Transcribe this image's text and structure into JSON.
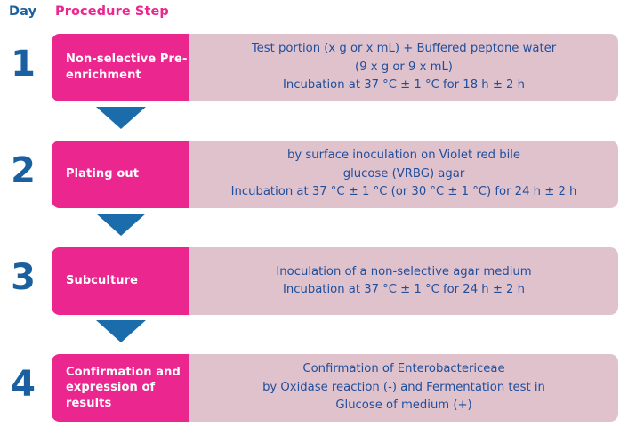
{
  "header": {
    "day_label": "Day",
    "procedure_label": "Procedure Step"
  },
  "colors": {
    "magenta": "#ec268f",
    "light_pink": "#e0c2cd",
    "blue_text": "#1f4e9c",
    "blue_number": "#1a5fa0",
    "arrow_blue": "#1a6cab",
    "white": "#ffffff"
  },
  "rows": [
    {
      "day": "1",
      "step": "Non-selective\nPre-enrichment",
      "step_lines": [
        "Non-selective",
        "Pre-enrichment"
      ],
      "desc_lines": [
        "Test portion (x g or x mL) + Buffered peptone water",
        "(9 x g or 9 x mL)",
        "Incubation at 37 °C ± 1 °C for 18 h ± 2 h"
      ],
      "arrow": "down-arrow"
    },
    {
      "day": "2",
      "step": "Plating out",
      "step_lines": [
        "Plating out"
      ],
      "desc_lines": [
        "by surface inoculation on Violet red bile",
        "glucose (VRBG) agar",
        "Incubation at 37 °C ± 1 °C (or 30 °C ± 1 °C) for 24 h ± 2 h"
      ],
      "arrow": "down-arrow"
    },
    {
      "day": "3",
      "step": "Subculture",
      "step_lines": [
        "Subculture"
      ],
      "desc_lines": [
        "Inoculation of a non-selective agar medium",
        "Incubation at 37 °C ± 1 °C for 24 h ± 2 h"
      ],
      "arrow": "down-arrow"
    },
    {
      "day": "4",
      "step": "Confirmation and expression of results",
      "step_lines": [
        "Confirmation",
        "and expression",
        "of results"
      ],
      "desc_lines": [
        "Confirmation of Enterobactericeae",
        "by Oxidase reaction (-) and Fermentation test in",
        "Glucose of medium (+)"
      ],
      "arrow": null
    }
  ]
}
